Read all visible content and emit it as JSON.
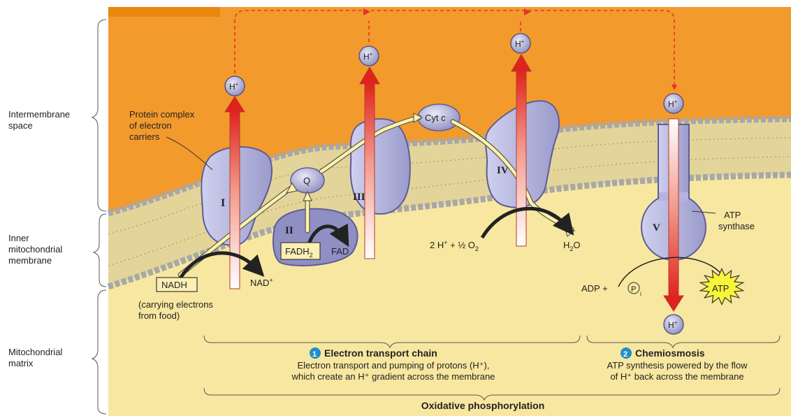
{
  "side_labels": {
    "intermembrane": [
      "Intermembrane",
      "space"
    ],
    "inner_membrane": [
      "Inner",
      "mitochondrial",
      "membrane"
    ],
    "matrix": [
      "Mitochondrial",
      "matrix"
    ]
  },
  "protein_label": [
    "Protein complex",
    "of electron",
    "carriers"
  ],
  "complexes": {
    "I": "I",
    "II": "II",
    "III": "III",
    "IV": "IV",
    "V": "V",
    "Q": "Q",
    "cytc": "Cyt c"
  },
  "proton": "H",
  "proton_sup": "+",
  "nadh": "NADH",
  "nadh_note": [
    "(carrying electrons",
    "from food)"
  ],
  "nad": "NAD",
  "nad_sup": "+",
  "fadh2": "FADH",
  "fadh2_sub": "2",
  "fad": "FAD",
  "oxygen_eq": {
    "left": "2 H",
    "sup": "+",
    "mid": " + ",
    "half": "½",
    "o": " O",
    "sub": "2"
  },
  "water": {
    "h": "H",
    "sub": "2",
    "o": "O"
  },
  "atp_synthase": [
    "ATP",
    "synthase"
  ],
  "adp": "ADP + ",
  "pi": "P",
  "pi_sub": "i",
  "atp": "ATP",
  "section1": {
    "number": "1",
    "title": "Electron transport chain",
    "line1": "Electron transport and pumping of protons (H⁺),",
    "line2": "which create an H⁺ gradient across the membrane"
  },
  "section2": {
    "number": "2",
    "title": "Chemiosmosis",
    "line1": "ATP synthesis powered by the flow",
    "line2": "of H⁺ back across the membrane"
  },
  "footer": "Oxidative phosphorylation",
  "colors": {
    "intermembrane": "#f39a2c",
    "matrix": "#f8e7a0",
    "protein": "#b0b0dc",
    "protein_dark": "#6a6aa6",
    "arrow_red": "#e8312a",
    "bubble": "#a9a9cf",
    "accent_blue": "#1f8fc9"
  }
}
